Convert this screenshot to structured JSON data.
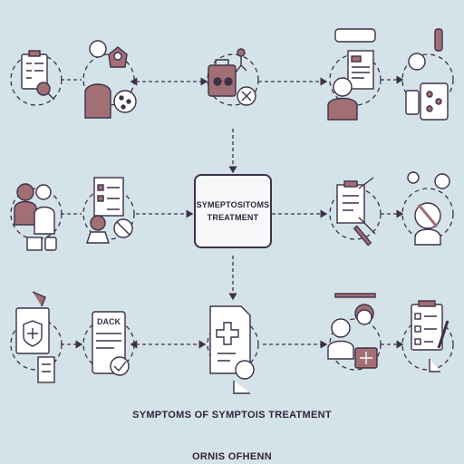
{
  "center": {
    "line1": "SYMEPTOSITOMS",
    "line2": "TREATMENT"
  },
  "caption": {
    "line1": "SYMPTOMS OF SYMPTOIS TREATMENT",
    "line2": "ORNIS OFHENN"
  },
  "colors": {
    "background": "#d4e3e9",
    "outline": "#3d3148",
    "accent": "#a26f75",
    "fill_light": "#ffffff"
  },
  "icons": [
    "clipboard-search-icon",
    "doctor-lightbulb-icon",
    "bag-pills-gear-icon",
    "doctor-document-icon",
    "tablet-diagram-icon",
    "doctor-patient-icon",
    "checklist-trophy-icon",
    "clipboard-wrench-icon",
    "person-stethoscope-icon",
    "shield-medical-icon",
    "checkmark-document-icon",
    "medical-document-icon",
    "nurse-medkit-icon",
    "checklist-pencil-icon"
  ],
  "icon_labels": {
    "checkmark_doc": "DACK"
  }
}
